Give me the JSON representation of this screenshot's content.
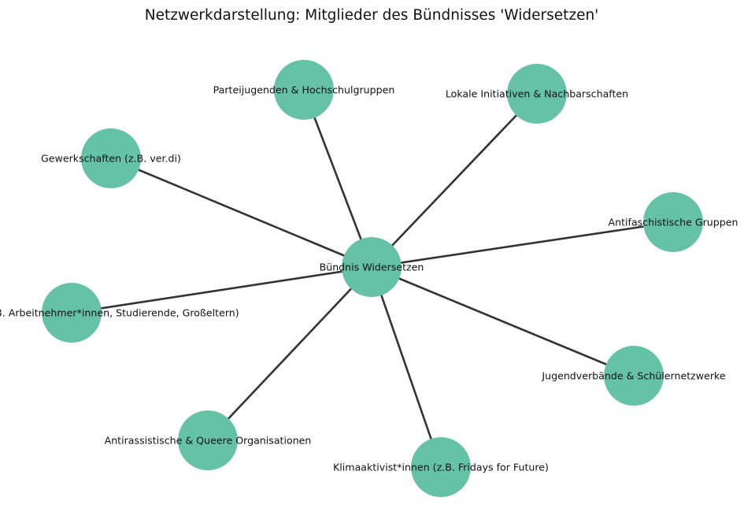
{
  "title": "Netzwerkdarstellung: Mitglieder des Bündnisses 'Widersetzen'",
  "colors": {
    "node": "#66c2a5",
    "edge": "#333333",
    "text": "#111111",
    "background": "#ffffff"
  },
  "graph": {
    "center": {
      "id": "center",
      "label": "Bündnis Widersetzen"
    },
    "nodes": [
      {
        "id": "parteijugenden",
        "label": "Parteijugenden & Hochschulgruppen"
      },
      {
        "id": "lokale",
        "label": "Lokale Initiativen & Nachbarschaften"
      },
      {
        "id": "gewerkschaften",
        "label": "Gewerkschaften (z.B. ver.di)"
      },
      {
        "id": "antifa",
        "label": "Antifaschistische Gruppen"
      },
      {
        "id": "einzelpersonen",
        "label": "Einzelpersonen (z.B. Arbeitnehmer*innen, Studierende, Großeltern)"
      },
      {
        "id": "jugendverbaende",
        "label": "Jugendverbände & Schülernetzwerke"
      },
      {
        "id": "antirassistische",
        "label": "Antirassistische & Queere Organisationen"
      },
      {
        "id": "klima",
        "label": "Klimaaktivist*innen (z.B. Fridays for Future)"
      }
    ],
    "edges": [
      [
        "center",
        "parteijugenden"
      ],
      [
        "center",
        "lokale"
      ],
      [
        "center",
        "gewerkschaften"
      ],
      [
        "center",
        "antifa"
      ],
      [
        "center",
        "einzelpersonen"
      ],
      [
        "center",
        "jugendverbaende"
      ],
      [
        "center",
        "antirassistische"
      ],
      [
        "center",
        "klima"
      ]
    ]
  }
}
